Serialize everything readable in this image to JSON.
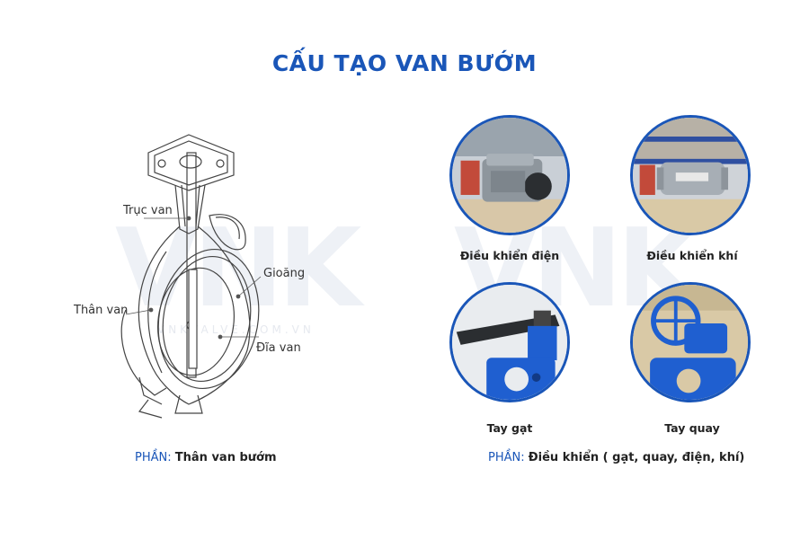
{
  "title": "CẤU TẠO VAN BƯỚM",
  "watermark": {
    "logo": "VNK",
    "site": "VNKVALVE.COM.VN"
  },
  "diagram": {
    "labels": {
      "shaft": "Trục van",
      "seal": "Gioăng",
      "body": "Thân van",
      "disc": "Đĩa van"
    }
  },
  "left_caption": {
    "prefix": "PHẦN:",
    "text": "Thân van bướm"
  },
  "right_caption": {
    "prefix": "PHẦN:",
    "text": "Điều khiển ( gạt, quay, điện, khí)"
  },
  "products": [
    {
      "label": "Điều khiển điện"
    },
    {
      "label": "Điều khiển khí"
    },
    {
      "label": "Tay gạt"
    },
    {
      "label": "Tay quay"
    }
  ],
  "colors": {
    "accent": "#1a56b8",
    "valve_blue": "#1f5fd0"
  }
}
